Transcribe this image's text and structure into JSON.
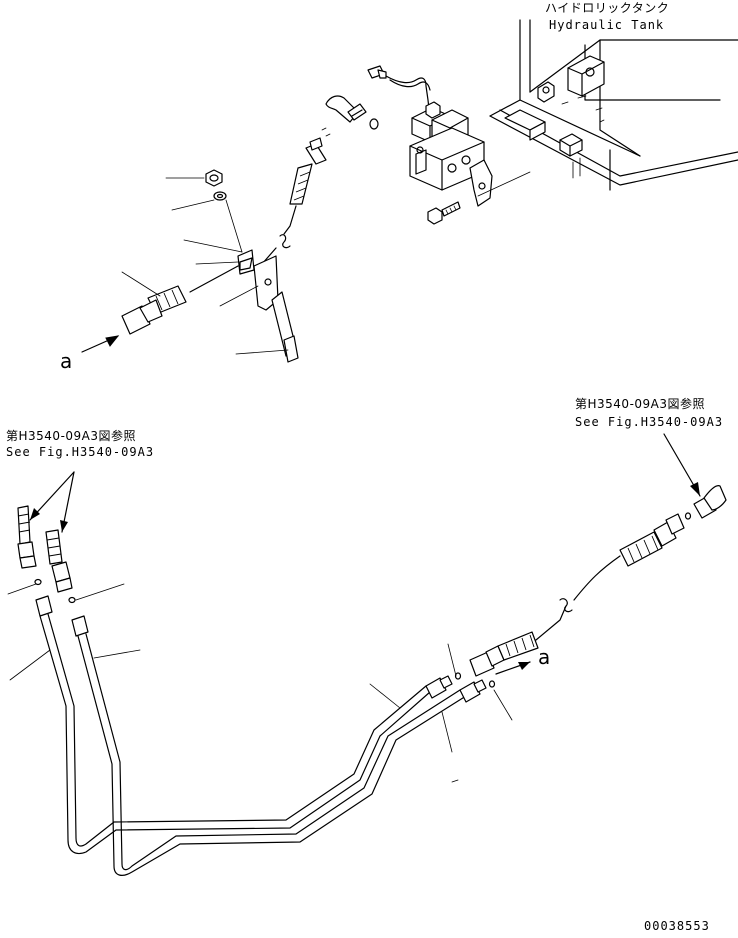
{
  "labels": {
    "tank_jp": "ハイドロリックタンク",
    "tank_en": "Hydraulic Tank",
    "ref_left_jp": "第H3540-09A3図参照",
    "ref_left_en": "See Fig.H3540-09A3",
    "ref_right_jp": "第H3540-09A3図参照",
    "ref_right_en": "See Fig.H3540-09A3",
    "connection_top": "a",
    "connection_bottom": "a",
    "drawing_number": "00038553"
  }
}
